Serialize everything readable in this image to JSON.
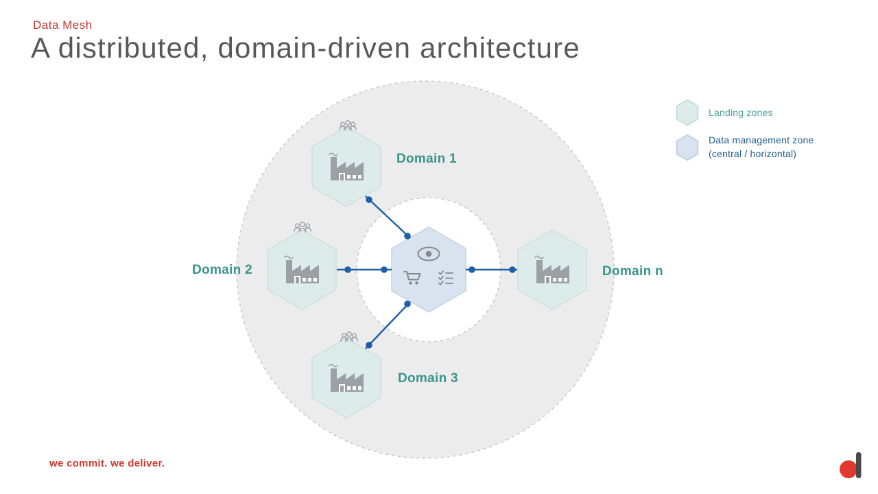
{
  "slide": {
    "eyebrow": "Data Mesh",
    "title": "A distributed, domain-driven architecture",
    "tagline": "we commit. we deliver."
  },
  "diagram": {
    "domains": [
      {
        "label": "Domain 1"
      },
      {
        "label": "Domain 2"
      },
      {
        "label": "Domain 3"
      },
      {
        "label": "Domain n"
      }
    ],
    "center_icons": [
      "eye-icon",
      "shopping-cart-icon",
      "checklist-icon"
    ]
  },
  "legend": {
    "items": [
      {
        "label": "Landing zones",
        "swatch_fill": "#ddecea",
        "swatch_stroke": "#c2dcd6"
      },
      {
        "label": "Data management zone",
        "label2": "(central / horizontal)",
        "swatch_fill": "#d9e3ef",
        "swatch_stroke": "#bfcfe2"
      }
    ]
  },
  "colors": {
    "accent_red": "#c5382e",
    "title_gray": "#58585a",
    "domain_teal": "#38958b",
    "legend_teal": "#4aa39a",
    "legend_blue": "#1e5c8e",
    "connector_blue": "#1d5fa7",
    "zone_gray": "#ececec",
    "icon_gray": "#9aa0a3"
  }
}
